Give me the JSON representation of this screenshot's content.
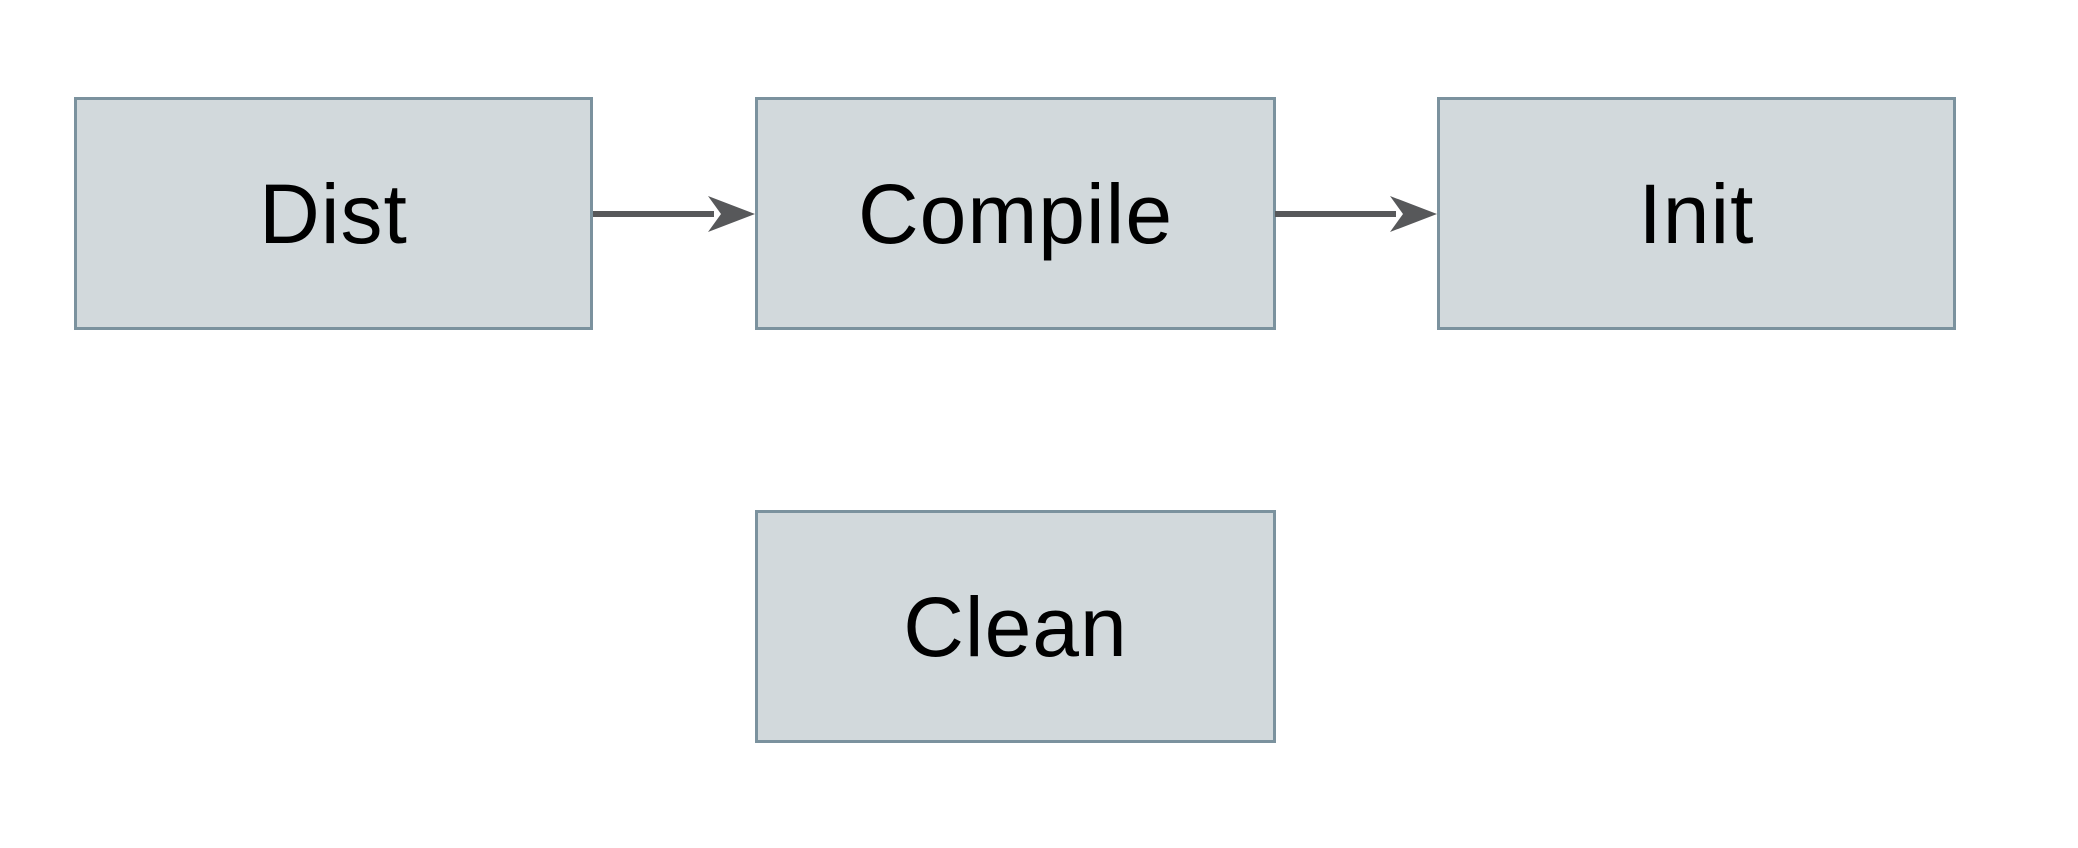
{
  "diagram": {
    "type": "flowchart",
    "nodes": {
      "dist": {
        "label": "Dist"
      },
      "compile": {
        "label": "Compile"
      },
      "init": {
        "label": "Init"
      },
      "clean": {
        "label": "Clean"
      }
    },
    "edges": [
      {
        "from": "Dist",
        "to": "Compile",
        "style": "solid-arrow"
      },
      {
        "from": "Compile",
        "to": "Init",
        "style": "solid-arrow"
      }
    ],
    "colors": {
      "background": "#ffffff",
      "node_fill": "#d2d9dc",
      "node_border": "#7b929e",
      "node_text": "#000000",
      "arrow": "#57585a"
    }
  }
}
